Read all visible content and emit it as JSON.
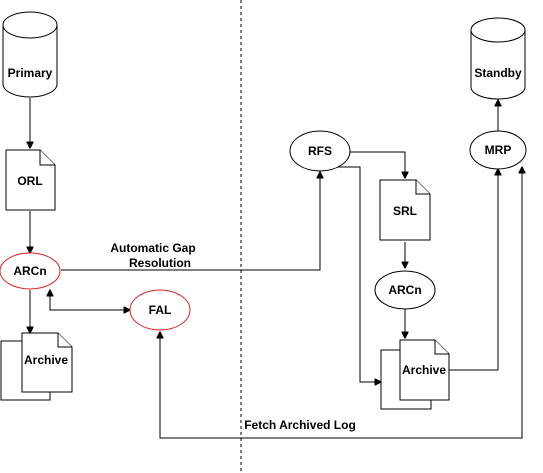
{
  "colors": {
    "line": "#000000",
    "highlight": "#e02020",
    "background": "#ffffff"
  },
  "nodes": {
    "primary": "Primary",
    "orl": "ORL",
    "arcn_primary": "ARCn",
    "archive_primary": "Archive",
    "fal": "FAL",
    "standby": "Standby",
    "rfs": "RFS",
    "mrp": "MRP",
    "srl": "SRL",
    "arcn_standby": "ARCn",
    "archive_standby": "Archive"
  },
  "edge_labels": {
    "gap_line1": "Automatic Gap",
    "gap_line2": "Resolution",
    "fetch": "Fetch Archived Log"
  }
}
